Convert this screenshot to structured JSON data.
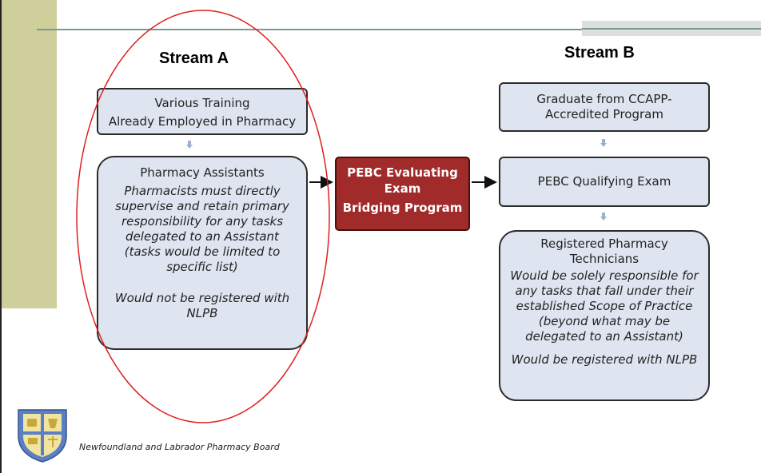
{
  "stream_a": {
    "title": "Stream A",
    "box1": {
      "line1": "Various Training",
      "line2": "Already Employed in Pharmacy"
    },
    "box2": {
      "title": "Pharmacy Assistants",
      "desc": "Pharmacists must directly supervise and retain primary responsibility for any tasks delegated to an Assistant (tasks would be limited to specific list)",
      "note": "Would not be registered with NLPB"
    }
  },
  "stream_b": {
    "title": "Stream B",
    "box1": {
      "text": "Graduate from CCAPP-Accredited Program"
    },
    "box2": {
      "text": "PEBC Qualifying Exam"
    },
    "box3": {
      "title": "Registered Pharmacy Technicians",
      "desc": "Would be solely responsible for any tasks that fall under their established  Scope of Practice (beyond what may be delegated to an Assistant)",
      "note": "Would  be registered with NLPB"
    }
  },
  "bridge": {
    "line1": "PEBC Evaluating Exam",
    "line2": "Bridging Program"
  },
  "footer": {
    "org": "Newfoundland and Labrador Pharmacy Board"
  },
  "colors": {
    "box_fill": "#dfe5f0",
    "bridge_fill": "#a12a2a",
    "highlight_ellipse": "#e02020",
    "side_bar": "#cfcf9c"
  }
}
